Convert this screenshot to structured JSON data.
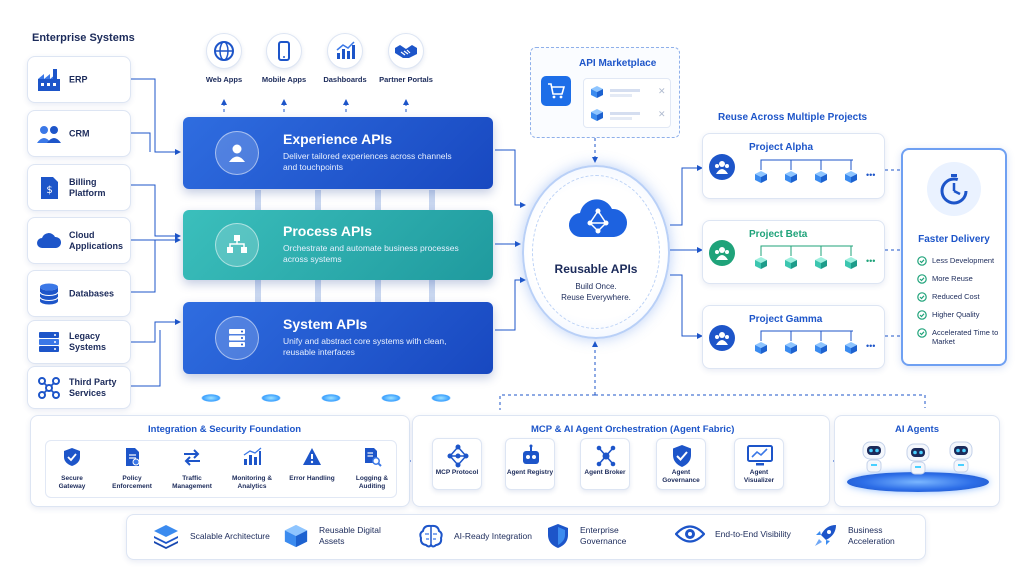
{
  "enterprise": {
    "title": "Enterprise Systems",
    "items": [
      "ERP",
      "CRM",
      "Billing Platform",
      "Cloud Applications",
      "Databases",
      "Legacy Systems",
      "Third Party Services"
    ]
  },
  "channels": [
    "Web Apps",
    "Mobile Apps",
    "Dashboards",
    "Partner Portals"
  ],
  "layers": [
    {
      "title": "Experience APIs",
      "desc": "Deliver tailored experiences across channels and touchpoints"
    },
    {
      "title": "Process APIs",
      "desc": "Orchestrate and automate business processes across systems"
    },
    {
      "title": "System APIs",
      "desc": "Unify and abstract core systems with clean, reusable interfaces"
    }
  ],
  "marketplace": {
    "title": "API Marketplace"
  },
  "hub": {
    "title": "Reusable APIs",
    "subtitle_line1": "Build Once.",
    "subtitle_line2": "Reuse Everywhere."
  },
  "projects": {
    "title": "Reuse Across Multiple Projects",
    "items": [
      "Project Alpha",
      "Project Beta",
      "Project Gamma"
    ]
  },
  "faster": {
    "title": "Faster Delivery",
    "items": [
      "Less Development",
      "More Reuse",
      "Reduced Cost",
      "Higher Quality",
      "Accelerated Time to Market"
    ]
  },
  "foundation": {
    "title": "Integration & Security Foundation",
    "items": [
      "Secure Gateway",
      "Policy Enforcement",
      "Traffic Management",
      "Monitoring & Analytics",
      "Error Handling",
      "Logging & Auditing"
    ]
  },
  "mcp": {
    "title": "MCP & AI Agent Orchestration (Agent Fabric)",
    "items": [
      "MCP Protocol",
      "Agent Registry",
      "Agent Broker",
      "Agent Governance",
      "Agent Visualizer"
    ]
  },
  "ai_agents": {
    "title": "AI Agents"
  },
  "benefits": [
    "Scalable Architecture",
    "Reusable Digital Assets",
    "AI-Ready Integration",
    "Enterprise Governance",
    "End-to-End Visibility",
    "Business Acceleration"
  ],
  "colors": {
    "primary": "#1d55c9",
    "teal": "#2ba7a8",
    "dark": "#1b2a5a",
    "green": "#1fa37a"
  }
}
